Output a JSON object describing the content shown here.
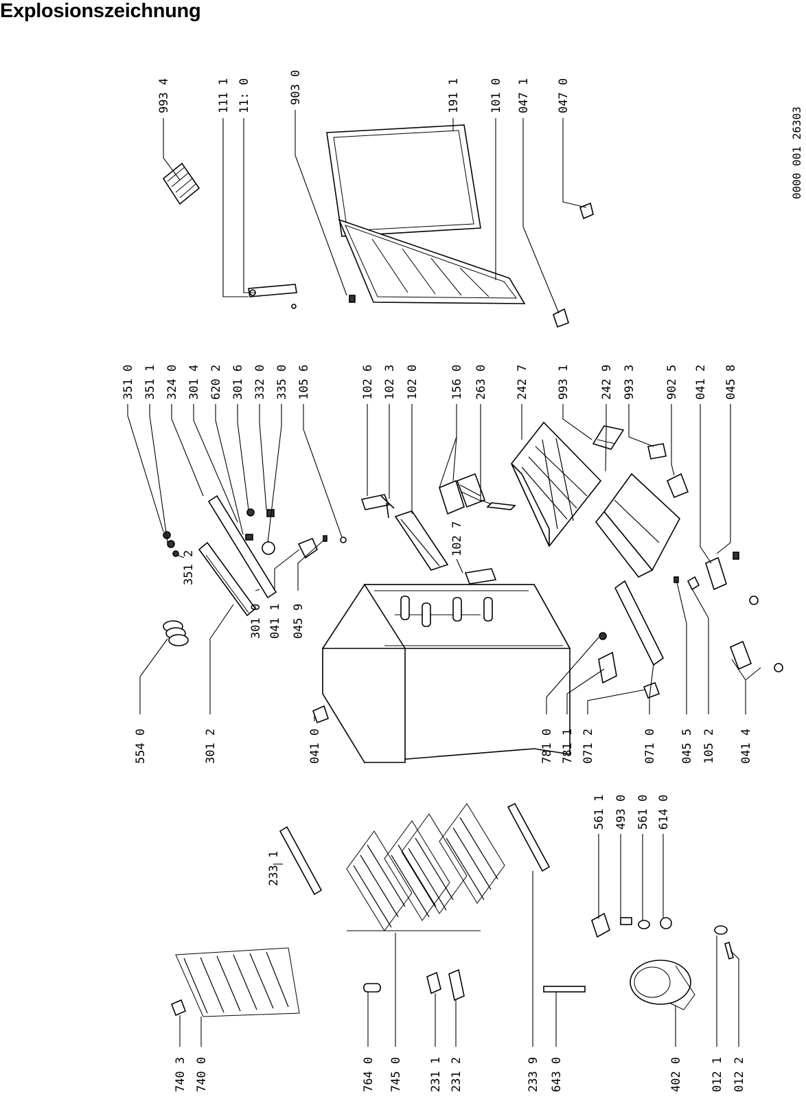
{
  "title": "Explosionszeichnung",
  "drawing_code": "0000 001 26303",
  "labels": [
    {
      "id": "l-993-4",
      "text": "993 4"
    },
    {
      "id": "l-111-1",
      "text": "111 1"
    },
    {
      "id": "l-11-0",
      "text": "11: 0"
    },
    {
      "id": "l-903-0",
      "text": "903 0"
    },
    {
      "id": "l-191-1",
      "text": "191 1"
    },
    {
      "id": "l-101-0",
      "text": "101 0"
    },
    {
      "id": "l-047-1",
      "text": "047 1"
    },
    {
      "id": "l-047-0",
      "text": "047 0"
    },
    {
      "id": "l-351-0",
      "text": "351 0"
    },
    {
      "id": "l-351-1",
      "text": "351 1"
    },
    {
      "id": "l-324-0",
      "text": "324 0"
    },
    {
      "id": "l-301-4",
      "text": "301 4"
    },
    {
      "id": "l-620-2",
      "text": "620 2"
    },
    {
      "id": "l-301-6",
      "text": "301 6"
    },
    {
      "id": "l-332-0",
      "text": "332 0"
    },
    {
      "id": "l-335-0",
      "text": "335 0"
    },
    {
      "id": "l-105-6",
      "text": "105 6"
    },
    {
      "id": "l-102-6",
      "text": "102 6"
    },
    {
      "id": "l-102-3",
      "text": "102 3"
    },
    {
      "id": "l-102-0",
      "text": "102 0"
    },
    {
      "id": "l-156-0",
      "text": "156 0"
    },
    {
      "id": "l-263-0",
      "text": "263 0"
    },
    {
      "id": "l-242-7",
      "text": "242 7"
    },
    {
      "id": "l-993-1",
      "text": "993 1"
    },
    {
      "id": "l-242-9",
      "text": "242 9"
    },
    {
      "id": "l-993-3",
      "text": "993 3"
    },
    {
      "id": "l-902-5",
      "text": "902 5"
    },
    {
      "id": "l-041-2",
      "text": "041 2"
    },
    {
      "id": "l-045-8",
      "text": "045 8"
    },
    {
      "id": "l-351-2",
      "text": "351 2"
    },
    {
      "id": "l-102-7",
      "text": "102 7"
    },
    {
      "id": "l-554-0",
      "text": "554 0"
    },
    {
      "id": "l-301-2",
      "text": "301 2"
    },
    {
      "id": "l-301-0",
      "text": "301 0"
    },
    {
      "id": "l-041-1",
      "text": "041 1"
    },
    {
      "id": "l-045-9",
      "text": "045 9"
    },
    {
      "id": "l-041-0",
      "text": "041 0"
    },
    {
      "id": "l-781-0",
      "text": "781 0"
    },
    {
      "id": "l-781-1",
      "text": "781 1"
    },
    {
      "id": "l-071-2",
      "text": "071 2"
    },
    {
      "id": "l-071-0",
      "text": "071 0"
    },
    {
      "id": "l-045-5",
      "text": "045 5"
    },
    {
      "id": "l-105-2",
      "text": "105 2"
    },
    {
      "id": "l-041-4",
      "text": "041 4"
    },
    {
      "id": "l-233-1",
      "text": "233 1"
    },
    {
      "id": "l-561-1",
      "text": "561 1"
    },
    {
      "id": "l-493-0",
      "text": "493 0"
    },
    {
      "id": "l-561-0",
      "text": "561 0"
    },
    {
      "id": "l-614-0",
      "text": "614 0"
    },
    {
      "id": "l-740-3",
      "text": "740 3"
    },
    {
      "id": "l-740-0",
      "text": "740 0"
    },
    {
      "id": "l-764-0",
      "text": "764 0"
    },
    {
      "id": "l-745-0",
      "text": "745 0"
    },
    {
      "id": "l-231-1",
      "text": "231 1"
    },
    {
      "id": "l-231-2",
      "text": "231 2"
    },
    {
      "id": "l-233-9",
      "text": "233 9"
    },
    {
      "id": "l-643-0",
      "text": "643 0"
    },
    {
      "id": "l-402-0",
      "text": "402 0"
    },
    {
      "id": "l-012-1",
      "text": "012 1"
    },
    {
      "id": "l-012-2",
      "text": "012 2"
    }
  ]
}
